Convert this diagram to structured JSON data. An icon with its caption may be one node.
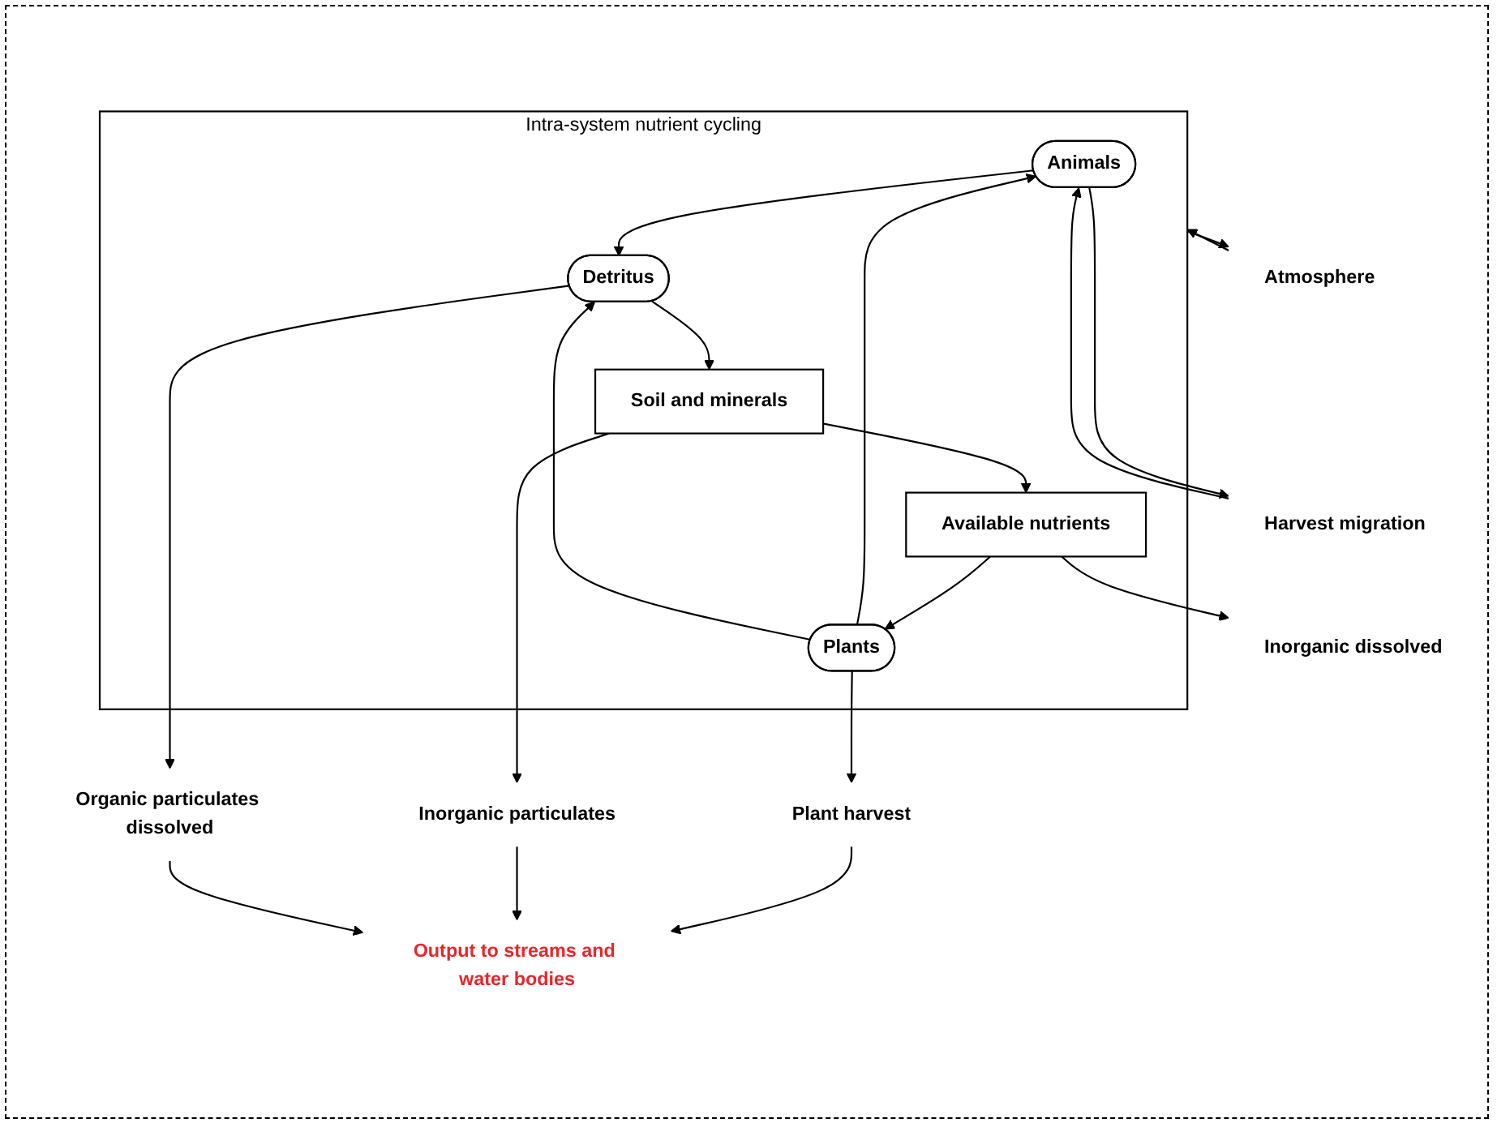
{
  "diagram": {
    "nodes": [
      {
        "text": [
          "Intra-system nutrient cycling"
        ]
      },
      {
        "text": [
          "Atmosphere"
        ]
      },
      {
        "text": [
          "Harvest migration"
        ]
      },
      {
        "text": [
          "Animals"
        ],
        "in": 0
      },
      {
        "text": [
          "Plants"
        ],
        "in": 0
      },
      {
        "text": [
          "Available nutrients"
        ],
        "in": 0
      },
      {
        "text": [
          "Soil and minerals"
        ],
        "in": 0
      },
      {
        "text": [
          "Detritus"
        ],
        "in": 0
      },
      {
        "text": [
          "Plant harvest"
        ]
      },
      {
        "text": [
          "Inorganic dissolved"
        ]
      },
      {
        "text": [
          "Inorganic particulates"
        ]
      },
      {
        "text": [
          "Organic particulates dissolved"
        ]
      },
      {
        "text": [
          "Output to streams and water bodies"
        ]
      }
    ],
    "edges": [
      {
        "from": 1,
        "to": 0,
        "arrow": "to"
      },
      {
        "from": 0,
        "to": 1,
        "arrow": "to"
      },
      {
        "from": 3,
        "to": 2,
        "arrow": "to"
      },
      {
        "from": 2,
        "to": 3,
        "arrow": "to"
      },
      {
        "from": 4,
        "to": 3,
        "arrow": "to"
      },
      {
        "from": 4,
        "to": 8,
        "arrow": "to"
      },
      {
        "from": 5,
        "to": 4,
        "arrow": "to"
      },
      {
        "from": 5,
        "to": 9,
        "arrow": "to"
      },
      {
        "from": 6,
        "to": 5,
        "arrow": "to"
      },
      {
        "from": 6,
        "to": 10,
        "arrow": "to"
      },
      {
        "from": 3,
        "to": 7,
        "arrow": "to"
      },
      {
        "from": 4,
        "to": 7,
        "arrow": "to"
      },
      {
        "from": 7,
        "to": 6,
        "arrow": "to"
      },
      {
        "from": 7,
        "to": 11,
        "arrow": "to"
      },
      {
        "from": 8,
        "to": 12,
        "arrow": "to"
      },
      {
        "from": 10,
        "to": 12,
        "arrow": "to"
      },
      {
        "from": 11,
        "to": 12,
        "arrow": "to"
      }
    ]
  }
}
